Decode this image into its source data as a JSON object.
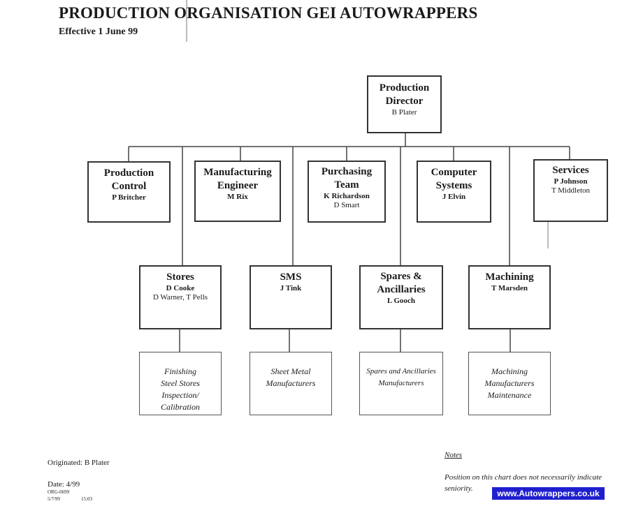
{
  "header": {
    "title": "PRODUCTION ORGANISATION GEI AUTOWRAPPERS",
    "effective": "Effective 1 June 99"
  },
  "director": {
    "title_line1": "Production",
    "title_line2": "Director",
    "person": "B Plater"
  },
  "departments": [
    {
      "line1": "Production",
      "line2": "Control",
      "people": "P Britcher"
    },
    {
      "line1": "Manufacturing",
      "line2": "Engineer",
      "people": "M Rix"
    },
    {
      "line1": "Purchasing",
      "line2": "Team",
      "people": "K Richardson",
      "people2": "D Smart"
    },
    {
      "line1": "Computer",
      "line2": "Systems",
      "people": "J Elvin"
    },
    {
      "line1": "Services",
      "people": "P Johnson",
      "people2": "T Middleton"
    }
  ],
  "units": [
    {
      "line1": "Stores",
      "people": "D Cooke",
      "people2": "D Warner, T Pells"
    },
    {
      "line1": "SMS",
      "people": "J Tink"
    },
    {
      "line1": "Spares &",
      "line2": "Ancillaries",
      "people": "L Gooch"
    },
    {
      "line1": "Machining",
      "people": "T Marsden"
    }
  ],
  "functions": [
    {
      "lines": [
        "Finishing",
        "Steel Stores",
        "Inspection/",
        "Calibration"
      ]
    },
    {
      "lines": [
        "Sheet Metal",
        "Manufacturers"
      ]
    },
    {
      "lines": [
        "Spares and Ancillaries",
        "Manufacturers"
      ]
    },
    {
      "lines": [
        "Machining",
        "Manufacturers",
        "Maintenance"
      ]
    }
  ],
  "footer": {
    "originated": "Originated: B Plater",
    "date": "Date: 4/99",
    "ref": "ORG-0699",
    "ref_date": "5/7/99",
    "ref_time": "15:03",
    "notes_heading": "Notes",
    "notes_text": "Position on this chart does not necessarily indicate seniority.",
    "website": "www.Autowrappers.co.uk",
    "website_color": "#1f1fcf"
  }
}
